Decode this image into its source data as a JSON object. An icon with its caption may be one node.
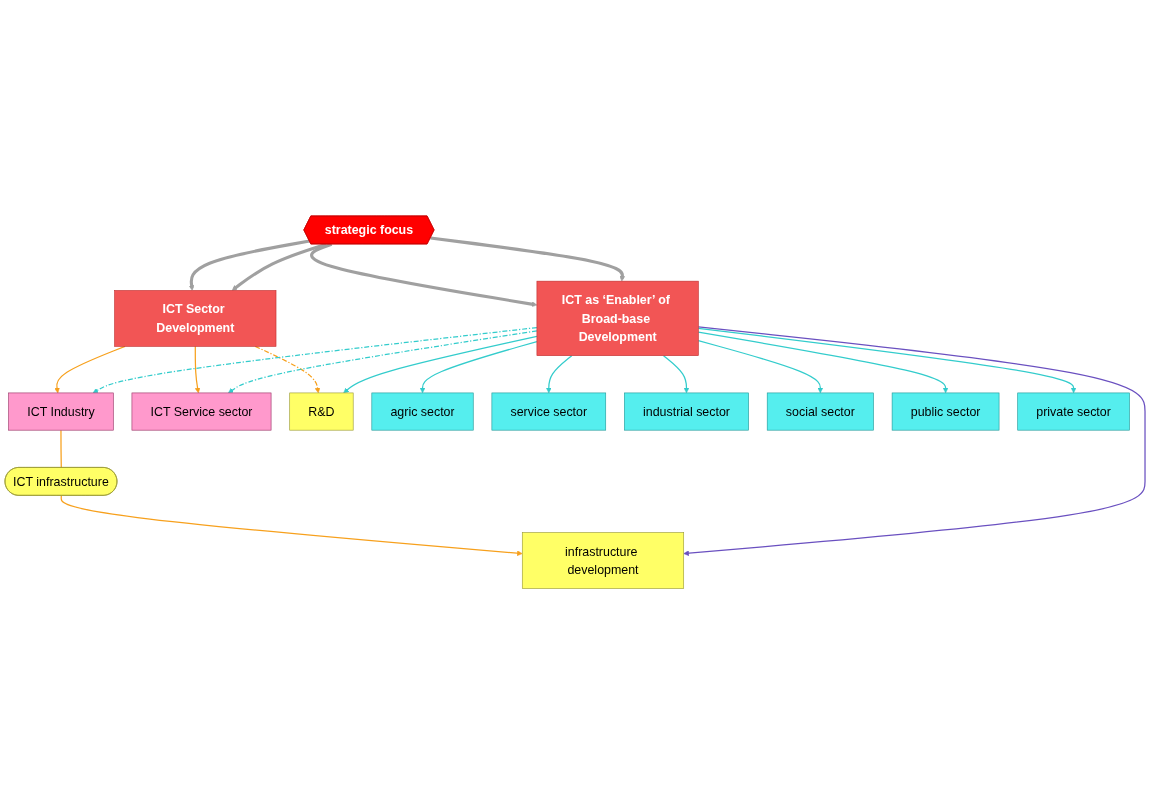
{
  "diagram": {
    "nodes": [
      {
        "text": [
          "ICT Sector Development"
        ]
      },
      {
        "text": [
          "ICT Industry"
        ]
      },
      {
        "text": [
          "ICT Service sector"
        ]
      },
      {
        "text": [
          "ICT infrastructure"
        ]
      },
      {
        "text": [
          "infrastructure development"
        ]
      },
      {
        "text": [
          "strategic focus"
        ]
      },
      {
        "text": [
          "R&D"
        ]
      },
      {
        "text": [
          "ICT as ‘Enabler’ of Broad-base Development"
        ]
      },
      {
        "text": [
          "agric sector"
        ]
      },
      {
        "text": [
          "service sector"
        ]
      },
      {
        "text": [
          "industrial sector"
        ]
      },
      {
        "text": [
          "social sector"
        ]
      },
      {
        "text": [
          "public sector"
        ]
      },
      {
        "text": [
          "private sector"
        ]
      }
    ],
    "edges": [
      {
        "from": 0,
        "to": 1,
        "arrow": "to",
        "color": "#f7a01c"
      },
      {
        "from": 0,
        "to": 2,
        "arrow": "to",
        "color": "#f7a01c"
      },
      {
        "from": 0,
        "to": 6,
        "arrow": "to",
        "style": "dashed",
        "color": "#f7a01c"
      },
      {
        "from": 1,
        "to": 3,
        "arrow": "none",
        "color": "#f7a01c"
      },
      {
        "from": 3,
        "to": 4,
        "arrow": "to",
        "color": "#f7a01c"
      },
      {
        "from": 5,
        "to": 0,
        "arrow": "to",
        "style": "thick",
        "color": "#a0a0a0"
      },
      {
        "from": 5,
        "to": 0,
        "arrow": "to",
        "style": "thick",
        "color": "#a0a0a0"
      },
      {
        "from": 5,
        "to": 7,
        "arrow": "to",
        "style": "thick",
        "color": "#a0a0a0"
      },
      {
        "from": 5,
        "to": 7,
        "arrow": "to",
        "style": "thick",
        "color": "#a0a0a0"
      },
      {
        "from": 7,
        "to": 1,
        "arrow": "to",
        "style": "dashed"
      },
      {
        "from": 7,
        "to": 2,
        "arrow": "to",
        "style": "dashed"
      },
      {
        "from": 7,
        "to": 4,
        "arrow": "to",
        "color": "#6a50c0"
      },
      {
        "from": 7,
        "to": 6,
        "arrow": "to"
      },
      {
        "from": 7,
        "to": 8,
        "arrow": "to"
      },
      {
        "from": 7,
        "to": 9,
        "arrow": "to"
      },
      {
        "from": 7,
        "to": 10,
        "arrow": "to"
      },
      {
        "from": 7,
        "to": 11,
        "arrow": "to"
      },
      {
        "from": 7,
        "to": 12,
        "arrow": "to"
      },
      {
        "from": 7,
        "to": 13,
        "arrow": "to"
      }
    ]
  }
}
